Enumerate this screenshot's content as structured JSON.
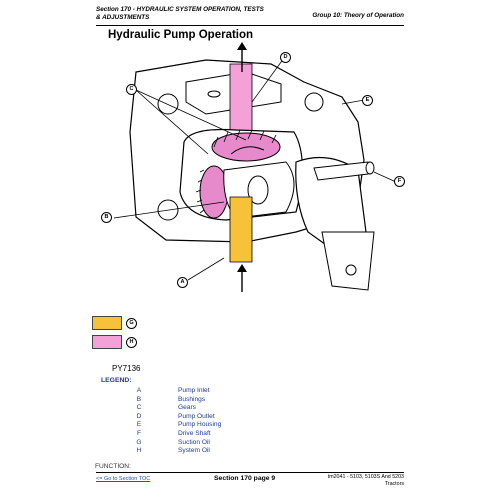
{
  "header": {
    "section_line1": "Section 170 - HYDRAULIC SYSTEM OPERATION, TESTS",
    "section_line2": "& ADJUSTMENTS",
    "group": "Group 10: Theory of Operation"
  },
  "title": "Hydraulic Pump Operation",
  "figure": {
    "id": "PY7136",
    "callouts": [
      "A",
      "B",
      "C",
      "D",
      "E",
      "F"
    ],
    "swatches": [
      {
        "letter": "G",
        "color": "#f7c13a"
      },
      {
        "letter": "H",
        "color": "#f3a1d6"
      }
    ],
    "colors": {
      "suction": "#f7c13a",
      "pressure": "#f3a1d6",
      "gear_fill": "#e78acb"
    }
  },
  "legend": {
    "title": "LEGEND:",
    "items": [
      {
        "key": "A",
        "label": "Pump Inlet"
      },
      {
        "key": "B",
        "label": "Bushings"
      },
      {
        "key": "C",
        "label": "Gears"
      },
      {
        "key": "D",
        "label": "Pump Outlet"
      },
      {
        "key": "E",
        "label": "Pump Housing"
      },
      {
        "key": "F",
        "label": "Drive Shaft"
      },
      {
        "key": "G",
        "label": "Suction Oil"
      },
      {
        "key": "H",
        "label": "System Oil"
      }
    ]
  },
  "function_label": "FUNCTION:",
  "footer": {
    "link": "<= Go to Section TOC",
    "page": "Section 170 page 9",
    "doc_line1": "tm2041 - 5103, 5103S And 5203",
    "doc_line2": "Tractors"
  }
}
